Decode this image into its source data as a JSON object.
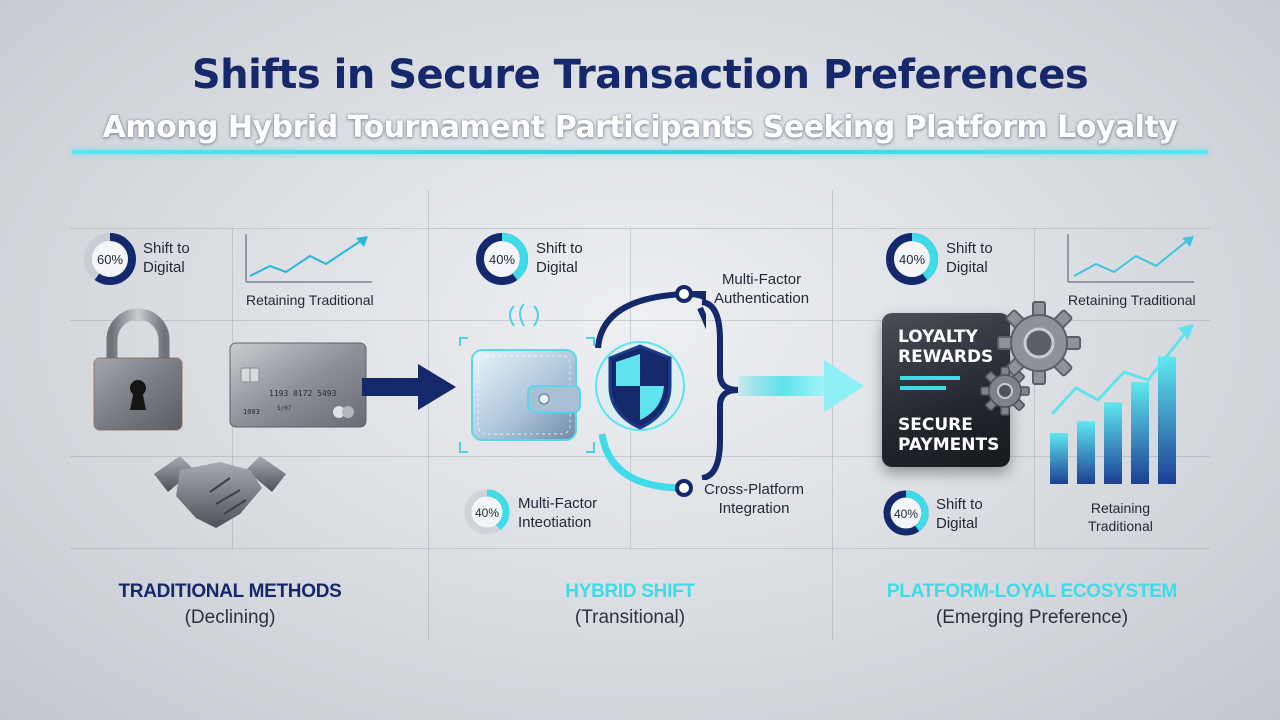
{
  "header": {
    "title": "Shifts in Secure Transaction Preferences",
    "subtitle": "Among Hybrid Tournament Participants Seeking Platform Loyalty"
  },
  "columns": {
    "traditional": {
      "donut": {
        "label": "60%",
        "value": 60
      },
      "stat_label_line1": "Shift to",
      "stat_label_line2": "Digital",
      "trend_caption": "Retaining Traditional",
      "card_number": "1193 0172 5493",
      "card_line2": "1003",
      "card_line3": "5/07",
      "title": "TRADITIONAL METHODS",
      "subtitle": "(Declining)"
    },
    "hybrid": {
      "donut_top": {
        "label": "40%",
        "value": 40
      },
      "stat_label_line1": "Shift to",
      "stat_label_line2": "Digital",
      "node_top_line1": "Multi-Factor",
      "node_top_line2": "Authentication",
      "node_bottom_line1": "Cross-Platform",
      "node_bottom_line2": "Integration",
      "donut_bottom": {
        "label": "40%",
        "value": 40
      },
      "bottom_label_line1": "Multi-Factor",
      "bottom_label_line2": "Inteotiation",
      "title": "HYBRID SHIFT",
      "subtitle": "(Transitional)"
    },
    "loyal": {
      "donut_top": {
        "label": "40%",
        "value": 40
      },
      "stat_label_line1": "Shift to",
      "stat_label_line2": "Digital",
      "trend_caption": "Retaining Traditional",
      "panel_line1": "LOYALTY",
      "panel_line2": "REWARDS",
      "panel_line3": "SECURE",
      "panel_line4": "PAYMENTS",
      "donut_bottom": {
        "label": "40%",
        "value": 40
      },
      "bottom_label_line1": "Shift to",
      "bottom_label_line2": "Digital",
      "bars_caption_line1": "Retaining",
      "bars_caption_line2": "Traditional",
      "bar_levels": [
        0.3,
        0.37,
        0.48,
        0.6,
        0.75
      ],
      "title": "PLATFORM-LOYAL ECOSYSTEM",
      "subtitle": "(Emerging Preference)"
    }
  },
  "colors": {
    "navy": "#14286b",
    "cyan": "#3fdbe8",
    "bar_top": "#5fe8f0",
    "bar_bottom": "#1d3f94"
  }
}
